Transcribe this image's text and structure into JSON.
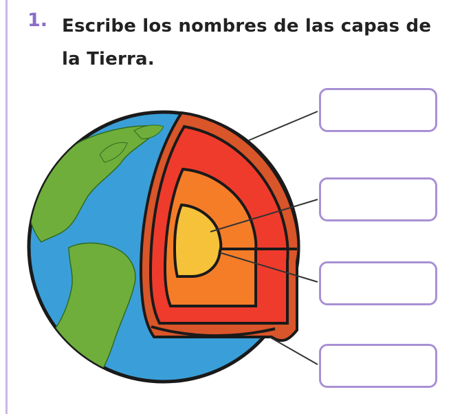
{
  "exercise": {
    "number": "1.",
    "instruction": "Escribe los nombres de las capas de la Tierra."
  },
  "figure": {
    "subject": "earth-layers-cutaway",
    "answer_boxes": [
      {
        "value": ""
      },
      {
        "value": ""
      },
      {
        "value": ""
      },
      {
        "value": ""
      }
    ]
  },
  "colors": {
    "accent": "#8a6cc8",
    "box_border": "#a890d4",
    "ocean": "#3a9fd8",
    "land": "#6fae3b",
    "crust": "#d9552a",
    "mantle": "#ef3b2c",
    "outer_core": "#f57d28",
    "inner_core": "#f6c23a"
  }
}
